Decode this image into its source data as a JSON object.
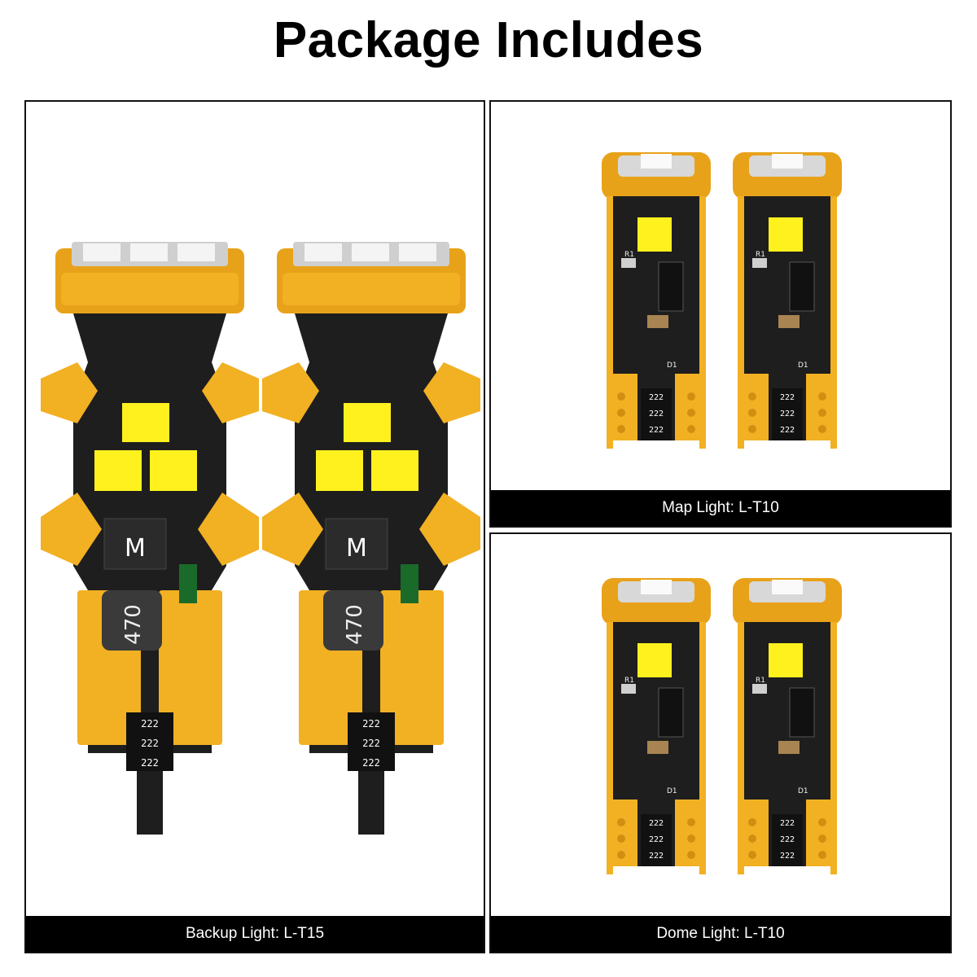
{
  "title": "Package Includes",
  "panels": {
    "backup": {
      "caption": "Backup Light: L-T15"
    },
    "map": {
      "caption": "Map Light: L-T10"
    },
    "dome": {
      "caption": "Dome Light: L-T10"
    }
  },
  "colors": {
    "pcb_gold": "#f2b023",
    "pcb_gold_dark": "#d08f10",
    "pcb_black": "#1e1e1e",
    "led_yellow": "#fff11e",
    "led_white": "#ffffff"
  }
}
